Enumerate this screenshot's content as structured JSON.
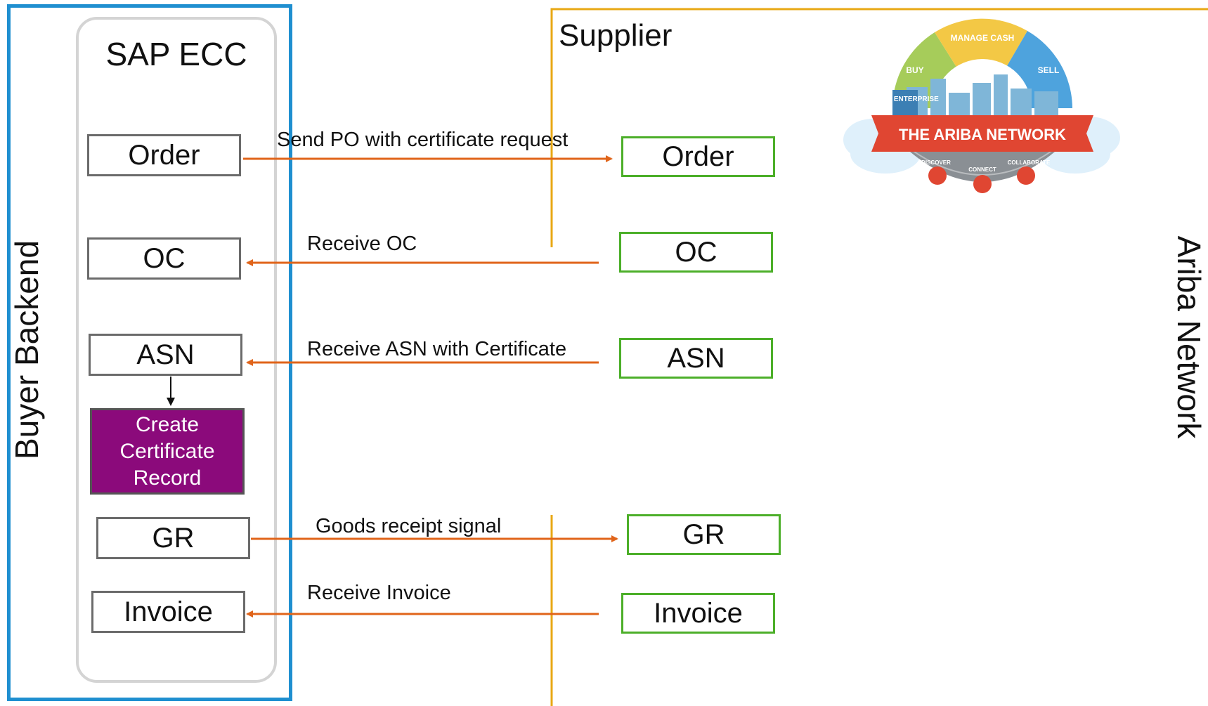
{
  "buyer": {
    "label": "Buyer Backend",
    "system_title": "SAP ECC"
  },
  "supplier": {
    "label": "Supplier"
  },
  "network": {
    "label": "Ariba Network"
  },
  "logo": {
    "segments": [
      "BUY",
      "MANAGE CASH",
      "SELL"
    ],
    "banner": "THE ARIBA NETWORK",
    "sub_labels": [
      "DISCOVER",
      "CONNECT",
      "COLLABORATE"
    ],
    "building_label": "YOUR ENTERPRISE"
  },
  "buyer_steps": {
    "order": "Order",
    "oc": "OC",
    "asn": "ASN",
    "certificate": [
      "Create",
      "Certificate",
      "Record"
    ],
    "gr": "GR",
    "invoice": "Invoice"
  },
  "supplier_steps": {
    "order": "Order",
    "oc": "OC",
    "asn": "ASN",
    "gr": "GR",
    "invoice": "Invoice"
  },
  "messages": {
    "order": "Send PO with certificate request",
    "oc": "Receive OC",
    "asn": "Receive ASN with Certificate",
    "gr": "Goods receipt signal",
    "invoice": "Receive Invoice"
  },
  "colors": {
    "buyer_border": "#1f8fd0",
    "supplier_line": "#e8a814",
    "arrow": "#e0641a",
    "supplier_box": "#4caf29",
    "certificate_box": "#8b0a7b"
  }
}
